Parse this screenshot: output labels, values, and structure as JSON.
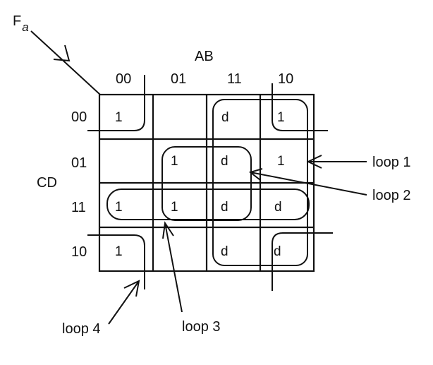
{
  "map": {
    "function_label": "F",
    "function_subscript": "a",
    "ab_label": "AB",
    "cd_label": "CD",
    "col_labels": [
      "00",
      "01",
      "11",
      "10"
    ],
    "row_labels": [
      "00",
      "01",
      "11",
      "10"
    ],
    "cells": [
      [
        "1",
        "",
        "d",
        "1"
      ],
      [
        "",
        "1",
        "d",
        "1"
      ],
      [
        "1",
        "1",
        "d",
        "d"
      ],
      [
        "1",
        "",
        "d",
        "d"
      ]
    ]
  },
  "loops": {
    "loop1": "loop 1",
    "loop2": "loop 2",
    "loop3": "loop 3",
    "loop4": "loop 4"
  }
}
